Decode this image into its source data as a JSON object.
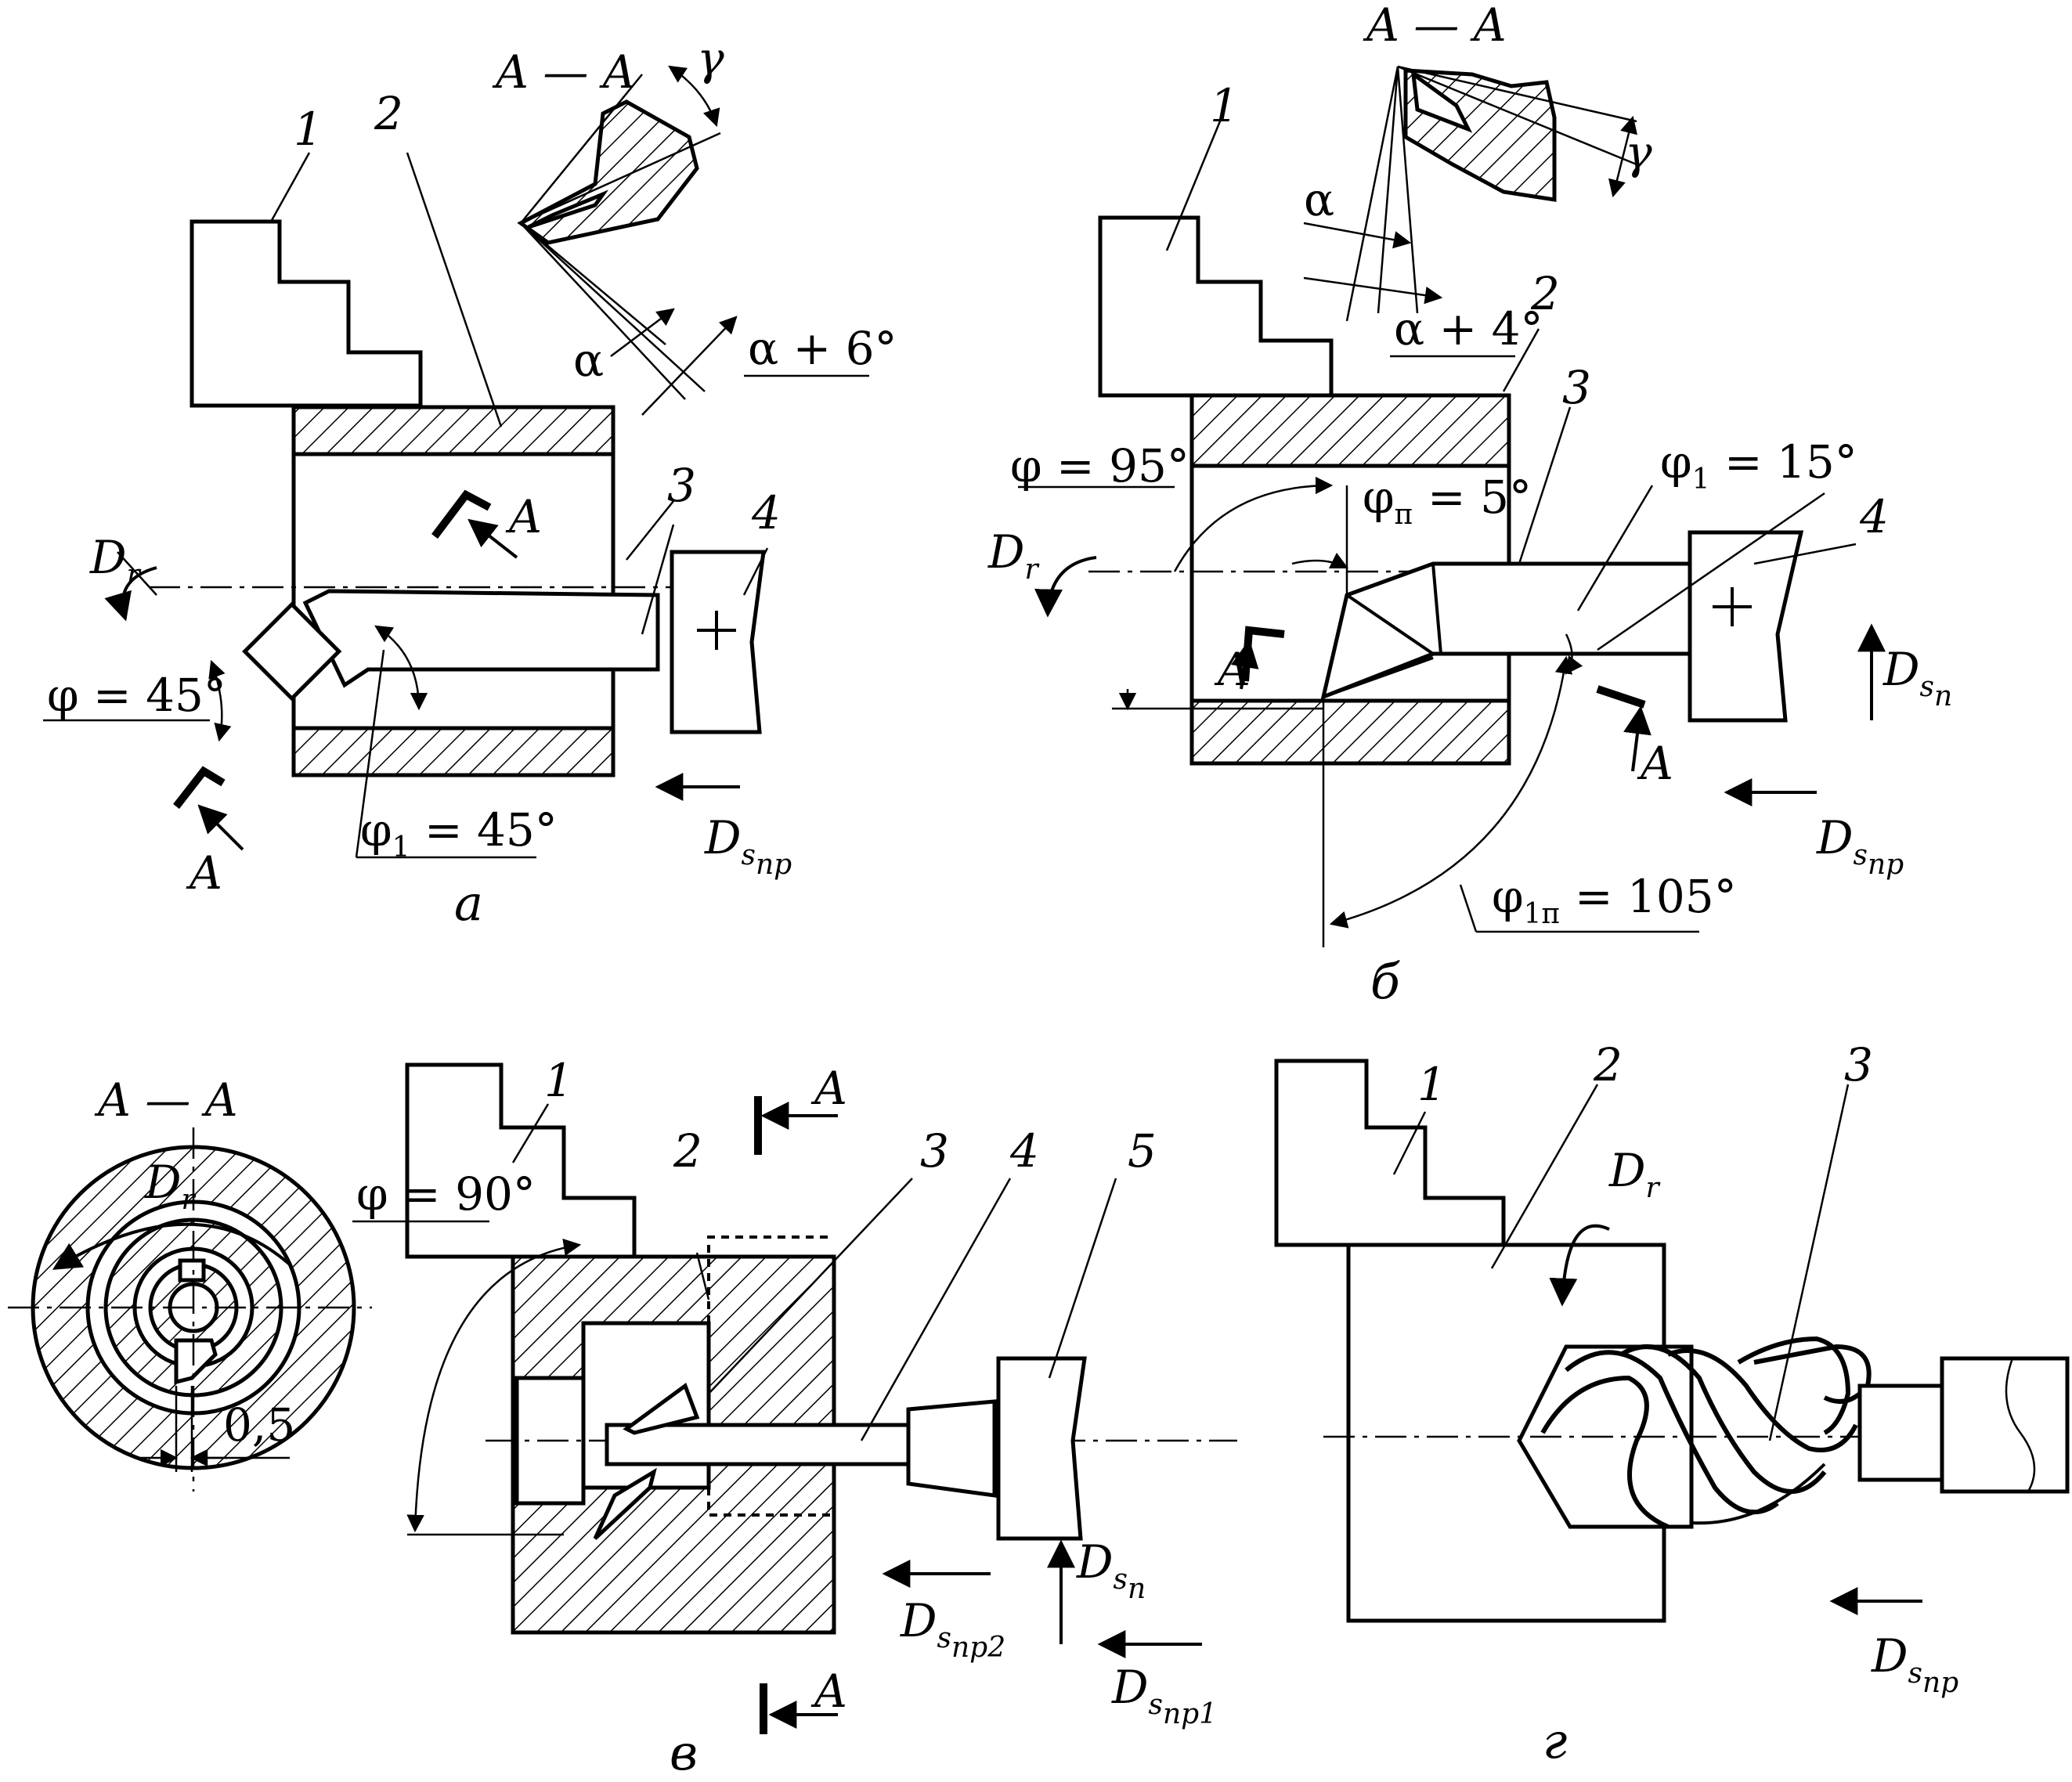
{
  "section_label": "A — A",
  "section_mark": "A",
  "panels": {
    "a": {
      "caption": "а",
      "parts": [
        "1",
        "2",
        "3",
        "4"
      ],
      "angle_phi": "φ = 45°",
      "angle_phi1": "φ",
      "angle_phi1_sub": "1",
      "angle_phi1_val": " = 45°",
      "gamma": "γ",
      "alpha": "α",
      "alpha_plus": "α + 6°",
      "rotation": "D",
      "rotation_sub": "r",
      "feed": "D",
      "feed_sub1": "s",
      "feed_sub2": "пр"
    },
    "b": {
      "caption": "б",
      "parts": [
        "1",
        "2",
        "3",
        "4"
      ],
      "angle_phi": "φ = 95°",
      "angle_phi_p": "φ",
      "angle_phi_p_sub": "п",
      "angle_phi_p_val": " = 5°",
      "angle_phi1": "φ",
      "angle_phi1_sub": "1",
      "angle_phi1_val": " = 15°",
      "angle_phi1p": "φ",
      "angle_phi1p_sub": "1п",
      "angle_phi1p_val": " = 105°",
      "gamma": "γ",
      "alpha": "α",
      "alpha_plus": "α + 4°",
      "rotation": "D",
      "rotation_sub": "r",
      "feed_long": "D",
      "feed_long_sub1": "s",
      "feed_long_sub2": "пр",
      "feed_cross": "D",
      "feed_cross_sub1": "s",
      "feed_cross_sub2": "п"
    },
    "v": {
      "caption": "в",
      "parts": [
        "1",
        "2",
        "3",
        "4",
        "5"
      ],
      "angle_phi": "φ = 90°",
      "rotation": "D",
      "rotation_sub": "r",
      "offset": "0,5",
      "feed_cross": "D",
      "feed_cross_sub1": "s",
      "feed_cross_sub2": "п",
      "feed_long2": "D",
      "feed_long2_sub1": "s",
      "feed_long2_sub2": "пр2",
      "feed_long1": "D",
      "feed_long1_sub1": "s",
      "feed_long1_sub2": "пр1"
    },
    "g": {
      "caption": "г",
      "parts": [
        "1",
        "2",
        "3"
      ],
      "rotation": "D",
      "rotation_sub": "r",
      "feed": "D",
      "feed_sub1": "s",
      "feed_sub2": "пр"
    }
  }
}
